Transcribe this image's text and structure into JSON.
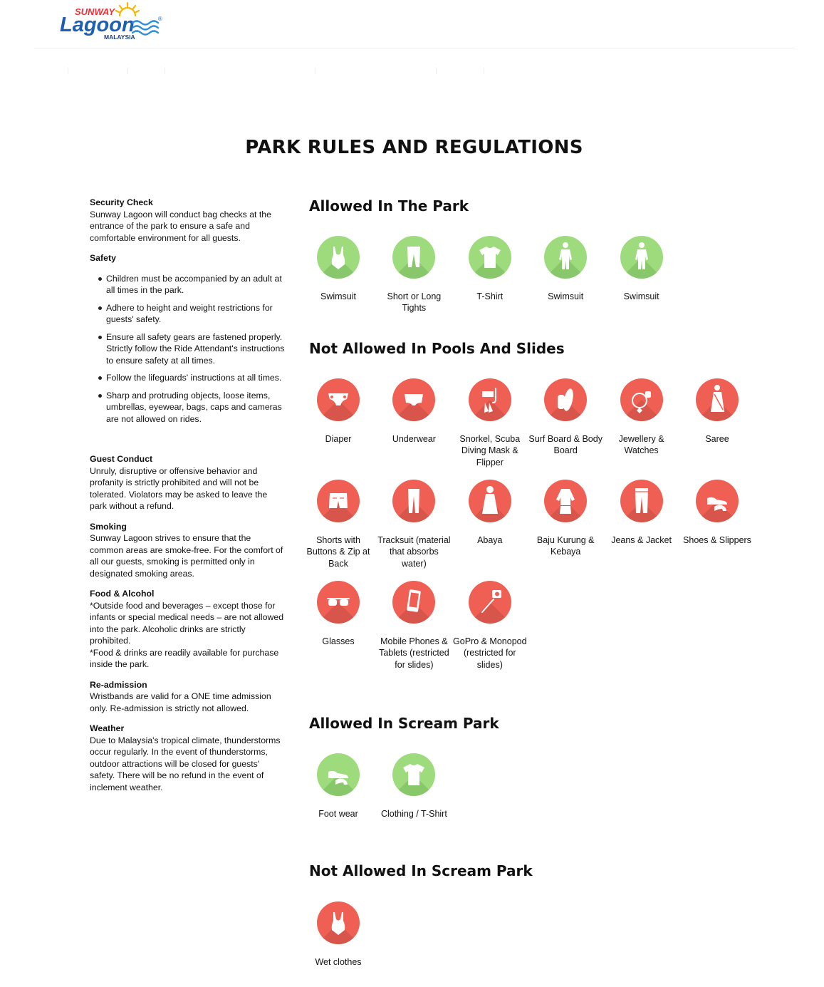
{
  "logo": {
    "brand_top": "SUNWAY",
    "brand_main": "Lagoon",
    "country": "MALAYSIA",
    "registered": "®"
  },
  "page_title": "PARK RULES AND REGULATIONS",
  "rules": {
    "security": {
      "heading": "Security Check",
      "text": "Sunway Lagoon will conduct bag checks at the entrance of the park to ensure a safe and comfortable environment for all guests."
    },
    "safety": {
      "heading": "Safety",
      "items": [
        "Children must be accompanied by an adult at all times in the park.",
        "Adhere to height and weight restrictions for guests' safety.",
        "Ensure all safety gears are fastened properly. Strictly follow the Ride Attendant's instructions to ensure safety at all times.",
        "Follow the lifeguards' instructions at all times.",
        "Sharp and protruding objects, loose items, umbrellas, eyewear, bags, caps and cameras are not allowed on rides."
      ]
    },
    "conduct": {
      "heading": "Guest Conduct",
      "text": "Unruly, disruptive or offensive behavior and profanity is strictly prohibited and will not be tolerated. Violators may be asked to leave the park without a refund."
    },
    "smoking": {
      "heading": "Smoking",
      "text": "Sunway Lagoon strives to ensure that the common areas are smoke-free. For the comfort of all our guests, smoking is permitted only in designated smoking areas."
    },
    "food": {
      "heading": "Food & Alcohol",
      "text1": "*Outside food and beverages – except those for infants or special medical needs – are not allowed into the park. Alcoholic drinks are strictly prohibited.",
      "text2": "*Food & drinks are readily available for purchase inside the park."
    },
    "readmission": {
      "heading": "Re-admission",
      "text": "Wristbands are valid for a ONE time admission only. Re-admission is strictly not allowed."
    },
    "weather": {
      "heading": "Weather",
      "text": "Due to Malaysia's tropical climate, thunderstorms occur regularly. In the event of thunderstorms, outdoor attractions will be closed for guests' safety. There will be no refund in the event of inclement weather."
    }
  },
  "sections": {
    "allowed_park": {
      "title": "Allowed In The Park",
      "items": [
        {
          "label": "Swimsuit",
          "icon": "swimsuit-icon"
        },
        {
          "label": "Short or Long Tights",
          "icon": "tights-icon"
        },
        {
          "label": "T-Shirt",
          "icon": "tshirt-icon"
        },
        {
          "label": "Swimsuit",
          "icon": "wetsuit-icon"
        },
        {
          "label": "Swimsuit",
          "icon": "wetsuit-icon"
        }
      ]
    },
    "not_allowed_pools": {
      "title": "Not Allowed In Pools And Slides",
      "items": [
        {
          "label": "Diaper",
          "icon": "diaper-icon"
        },
        {
          "label": "Underwear",
          "icon": "underwear-icon"
        },
        {
          "label": "Snorkel, Scuba Diving Mask & Flipper",
          "icon": "snorkel-icon"
        },
        {
          "label": "Surf Board & Body Board",
          "icon": "surfboard-icon"
        },
        {
          "label": "Jewellery & Watches",
          "icon": "jewellery-icon"
        },
        {
          "label": "Saree",
          "icon": "saree-icon"
        },
        {
          "label": "Shorts with Buttons & Zip at Back",
          "icon": "shorts-icon"
        },
        {
          "label": "Tracksuit (material that absorbs water)",
          "icon": "tracksuit-icon"
        },
        {
          "label": "Abaya",
          "icon": "abaya-icon"
        },
        {
          "label": "Baju Kurung & Kebaya",
          "icon": "baju-kurung-icon"
        },
        {
          "label": "Jeans & Jacket",
          "icon": "jeans-icon"
        },
        {
          "label": "Shoes & Slippers",
          "icon": "shoes-icon"
        },
        {
          "label": "Glasses",
          "icon": "glasses-icon"
        },
        {
          "label": "Mobile Phones & Tablets (restricted for slides)",
          "icon": "mobile-phone-icon"
        },
        {
          "label": "GoPro & Monopod (restricted for slides)",
          "icon": "gopro-icon"
        }
      ]
    },
    "allowed_scream": {
      "title": "Allowed In Scream Park",
      "items": [
        {
          "label": "Foot wear",
          "icon": "shoes-icon"
        },
        {
          "label": "Clothing / T-Shirt",
          "icon": "tshirt-icon"
        }
      ]
    },
    "not_allowed_scream": {
      "title": "Not Allowed In Scream Park",
      "items": [
        {
          "label": "Wet clothes",
          "icon": "swimsuit-icon"
        }
      ]
    }
  },
  "colors": {
    "allowed": "#9edb7c",
    "not_allowed": "#f05f53",
    "logo_red": "#e8303a",
    "logo_blue": "#1e5fb4",
    "logo_sun": "#f7b500"
  }
}
